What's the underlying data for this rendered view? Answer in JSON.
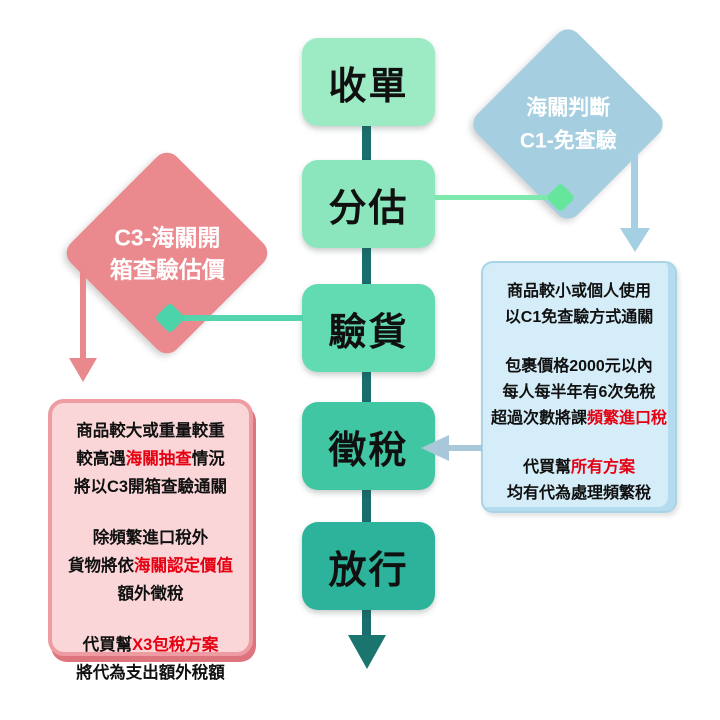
{
  "flow": {
    "steps": [
      {
        "label": "收單",
        "color": "#9debc5"
      },
      {
        "label": "分估",
        "color": "#8ce6bd"
      },
      {
        "label": "驗貨",
        "color": "#62dbb2"
      },
      {
        "label": "徵稅",
        "color": "#41c6a3"
      },
      {
        "label": "放行",
        "color": "#2db39b"
      }
    ]
  },
  "c1": {
    "diamond": {
      "line1": "海關判斷",
      "line2": "C1-免查驗",
      "color": "#a5cfe0"
    },
    "note": {
      "bg": "#d4edf8",
      "paragraphs": [
        [
          [
            {
              "t": "商品較小或個人使用"
            }
          ],
          [
            {
              "t": "以C1免查驗方式通關"
            }
          ]
        ],
        [
          [
            {
              "t": "包裹價格2000元以內"
            }
          ],
          [
            {
              "t": "每人每半年有6次免稅"
            }
          ],
          [
            {
              "t": "超過次數將課"
            },
            {
              "t": "頻繁進口稅",
              "red": true
            }
          ]
        ],
        [
          [
            {
              "t": "代買幫"
            },
            {
              "t": "所有方案",
              "red": true
            }
          ],
          [
            {
              "t": "均有代為處理頻繁稅"
            }
          ]
        ]
      ]
    }
  },
  "c3": {
    "diamond": {
      "line1": "C3-海關開",
      "line2": "箱查驗估價",
      "color": "#ea8a8f"
    },
    "note": {
      "bg": "#fad6d8",
      "paragraphs": [
        [
          [
            {
              "t": "商品較大或重量較重"
            }
          ],
          [
            {
              "t": "較高遇"
            },
            {
              "t": "海關抽查",
              "red": true
            },
            {
              "t": "情況"
            }
          ],
          [
            {
              "t": "將以C3開箱查驗通關"
            }
          ]
        ],
        [
          [
            {
              "t": "除頻繁進口稅外"
            }
          ],
          [
            {
              "t": "貨物將依"
            },
            {
              "t": "海關認定價值",
              "red": true
            }
          ],
          [
            {
              "t": "額外徵稅"
            }
          ]
        ],
        [
          [
            {
              "t": "代買幫"
            },
            {
              "t": "X3包稅方案",
              "red": true
            }
          ],
          [
            {
              "t": "將代為支出額外稅額"
            }
          ]
        ]
      ]
    }
  },
  "colors": {
    "flow_line": "#1a6f6e",
    "highlight_red": "#e60012",
    "connector_green": "#7de9ad",
    "connector_teal": "#55d5ae",
    "c1_down_arrow": "#a5cfe2",
    "c3_down_arrow": "#e9898e",
    "tax_arrow_blue": "#a8c8da"
  }
}
